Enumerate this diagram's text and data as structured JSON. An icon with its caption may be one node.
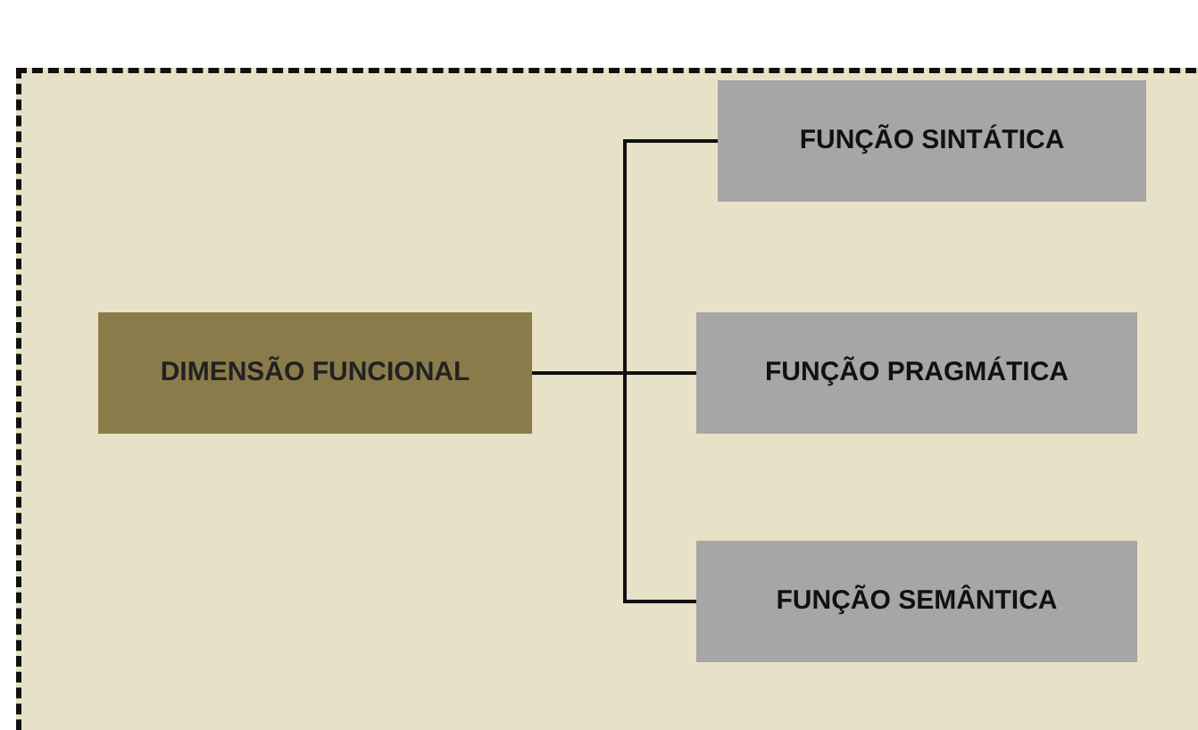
{
  "diagram": {
    "nodes": [
      {
        "text": [
          "DIMENSÃO FUNCIONAL"
        ]
      },
      {
        "text": [
          "FUNÇÃO SINTÁTICA"
        ]
      },
      {
        "text": [
          "FUNÇÃO PRAGMÁTICA"
        ]
      },
      {
        "text": [
          "FUNÇÃO SEMÂNTICA"
        ]
      }
    ],
    "edges": [
      {
        "from": 0,
        "to": 1,
        "arrow": "none"
      },
      {
        "from": 0,
        "to": 2,
        "arrow": "none"
      },
      {
        "from": 0,
        "to": 3,
        "arrow": "none"
      }
    ]
  }
}
